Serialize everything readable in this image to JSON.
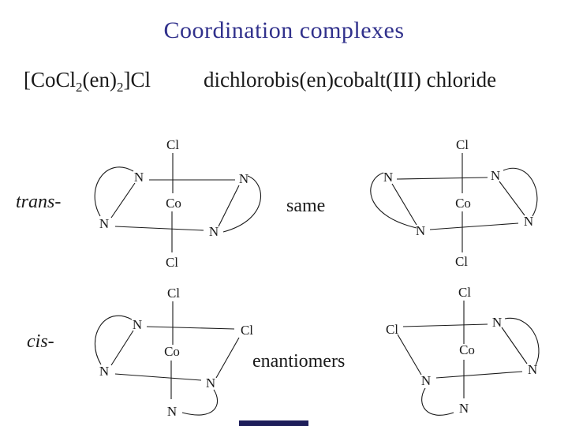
{
  "slide": {
    "title": "Coordination complexes",
    "title_color": "#31318C",
    "background": "#ffffff",
    "line_color": "#1a1a1a",
    "formula": {
      "segments": [
        {
          "text": "[CoCl"
        },
        {
          "text": "2",
          "subscript": true
        },
        {
          "text": "(en)"
        },
        {
          "text": "2",
          "subscript": true
        },
        {
          "text": "]Cl"
        }
      ],
      "compound_name": "dichlorobis(en)cobalt(III) chloride"
    },
    "row_labels": {
      "top_isomer": "trans-",
      "top_relation": "same",
      "bottom_isomer": "cis-",
      "bottom_relation": "enantiomers"
    },
    "diagrams": {
      "trans_left": {
        "axial_top": "Cl",
        "n_top_left": "N",
        "n_top_right": "N",
        "center": "Co",
        "n_bottom_left": "N",
        "n_bottom_right": "N",
        "axial_bottom": "Cl"
      },
      "trans_right": {
        "axial_top": "Cl",
        "n_top_left": "N",
        "n_top_right": "N",
        "center": "Co",
        "n_bottom_left": "N",
        "n_bottom_right": "N",
        "axial_bottom": "Cl"
      },
      "cis_left": {
        "axial_top": "Cl",
        "n_top_left": "N",
        "corner_top_right": "Cl",
        "center": "Co",
        "n_bottom_left": "N",
        "n_bottom_right": "N",
        "axial_bottom": "N"
      },
      "cis_right": {
        "axial_top": "Cl",
        "corner_top_left": "Cl",
        "n_top_right": "N",
        "center": "Co",
        "n_bottom_left": "N",
        "n_bottom_right": "N",
        "axial_bottom": "N"
      }
    }
  }
}
